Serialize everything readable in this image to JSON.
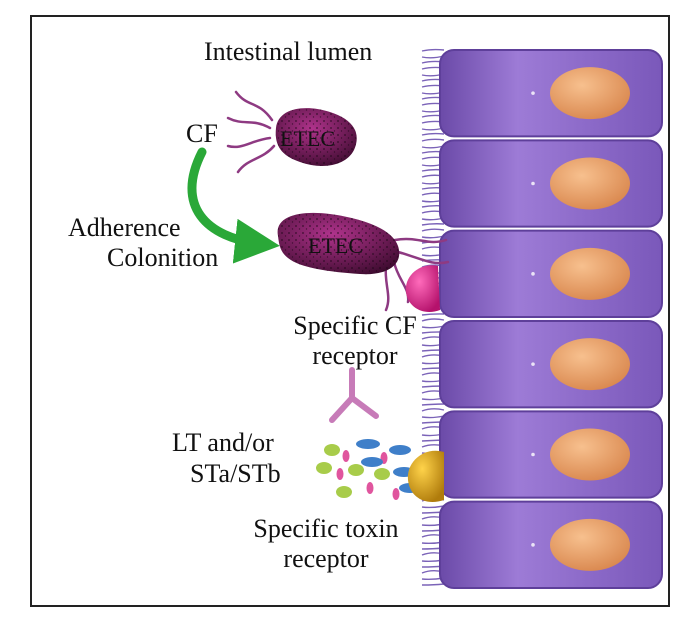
{
  "labels": {
    "lumen": "Intestinal lumen",
    "cf": "CF",
    "adherence": "Adherence",
    "colonition": "Colonition",
    "etec_top": "ETEC",
    "etec_bottom": "ETEC",
    "cf_receptor_line1": "Specific CF",
    "cf_receptor_line2": "receptor",
    "toxin_line1": "LT and/or",
    "toxin_line2": "STa/STb",
    "toxin_receptor_line1": "Specific toxin",
    "toxin_receptor_line2": "receptor"
  },
  "colors": {
    "cell": "#8f6bc8",
    "cell_dark": "#5e3f9a",
    "microvilli": "#7b63b8",
    "nucleus": "#e8a06a",
    "bacterium": "#8a1c6a",
    "flagella": "#8e3a82",
    "arrow": "#2aa838",
    "cf_receptor": "#d6278a",
    "y_receptor": "#c77bb8",
    "toxin_receptor": "#d9a21f",
    "toxin_green": "#a8cc4a",
    "toxin_pink": "#e0559e",
    "toxin_blue": "#3f7fc9",
    "frame": "#222222"
  },
  "cell_count": 6
}
